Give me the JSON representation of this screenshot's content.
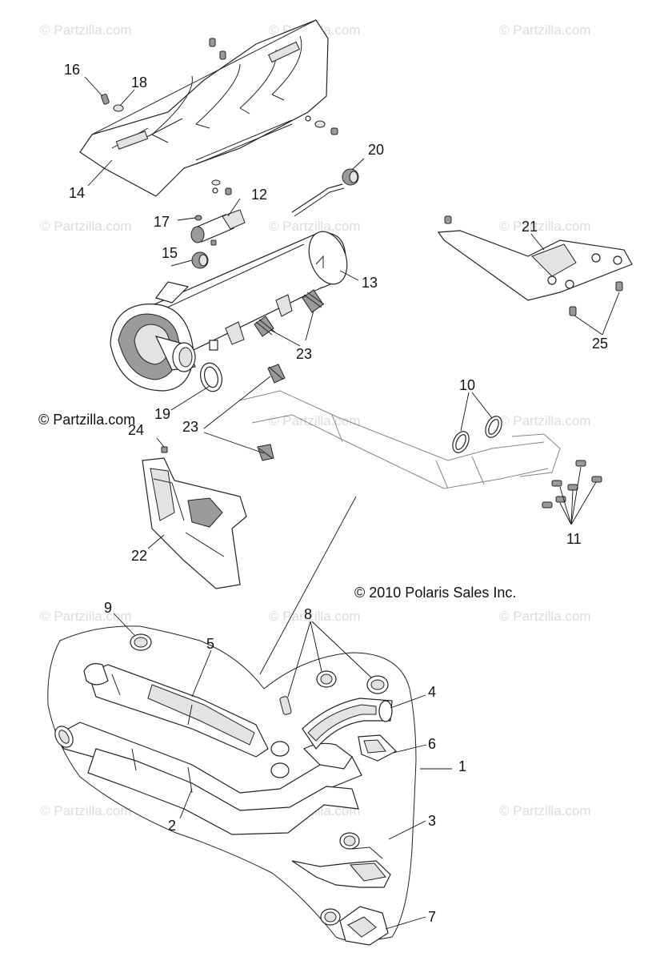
{
  "watermarks": [
    "© Partzilla.com",
    "© Partzilla.com",
    "© Partzilla.com",
    "© Partzilla.com",
    "© Partzilla.com",
    "© Partzilla.com",
    "© Partzilla.com",
    "© Partzilla.com",
    "© Partzilla.com",
    "© Partzilla.com",
    "© Partzilla.com",
    "© Partzilla.com",
    "© Partzilla.com",
    "© Partzilla.com"
  ],
  "copyright_left": "© Partzilla.com",
  "copyright_polaris": "© 2010 Polaris Sales Inc.",
  "callouts": {
    "c1": "1",
    "c2": "2",
    "c3": "3",
    "c4": "4",
    "c5": "5",
    "c6": "6",
    "c7": "7",
    "c8": "8",
    "c9": "9",
    "c10": "10",
    "c11": "11",
    "c12": "12",
    "c13": "13",
    "c14": "14",
    "c15": "15",
    "c16": "16",
    "c17": "17",
    "c18": "18",
    "c19": "19",
    "c20": "20",
    "c21": "21",
    "c22": "22",
    "c23a": "23",
    "c23b": "23",
    "c24": "24",
    "c25": "25"
  }
}
